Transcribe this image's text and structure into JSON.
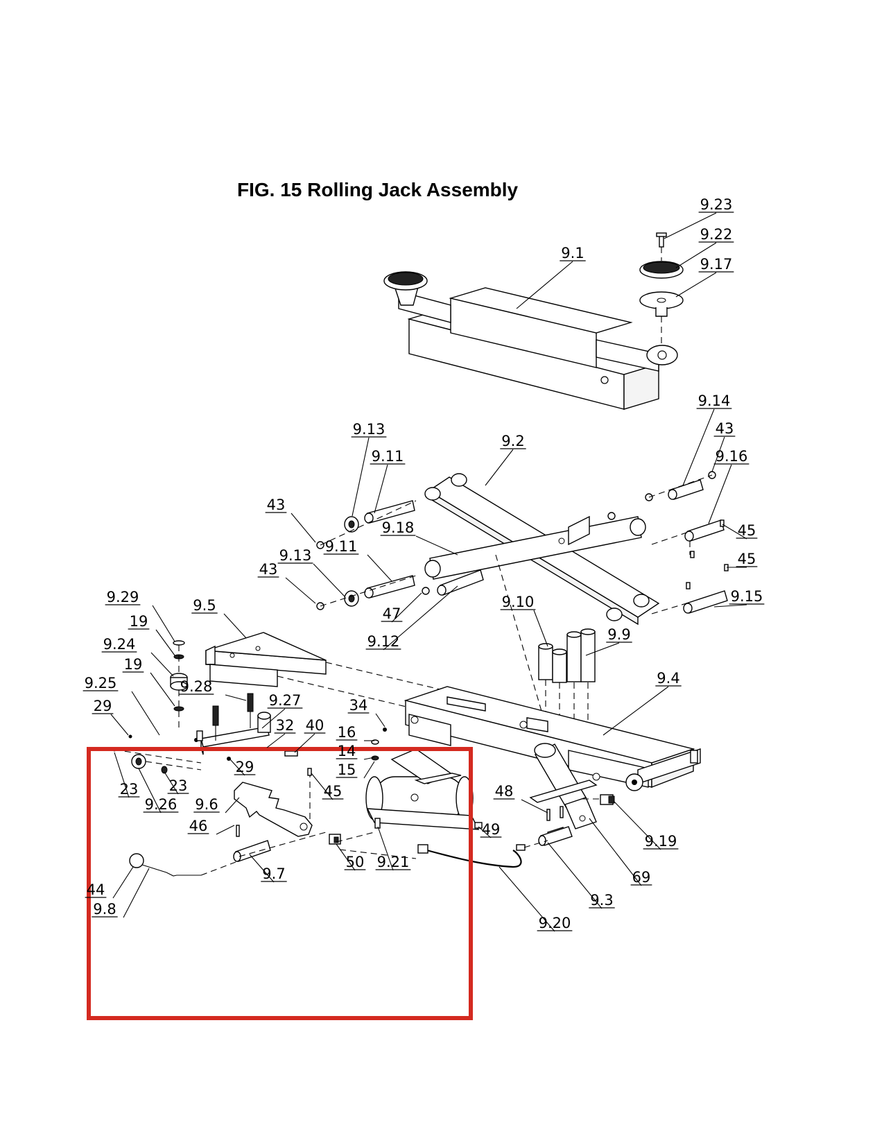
{
  "title": "FIG. 15  Rolling Jack Assembly",
  "highlight_color": "#d42a20",
  "callouts": [
    {
      "id": "c-9-23",
      "text": "9.23"
    },
    {
      "id": "c-9-22",
      "text": "9.22"
    },
    {
      "id": "c-9-17",
      "text": "9.17"
    },
    {
      "id": "c-9-1",
      "text": "9.1"
    },
    {
      "id": "c-9-14",
      "text": "9.14"
    },
    {
      "id": "c-43a",
      "text": "43"
    },
    {
      "id": "c-9-16",
      "text": "9.16"
    },
    {
      "id": "c-9-13a",
      "text": "9.13"
    },
    {
      "id": "c-9-2",
      "text": "9.2"
    },
    {
      "id": "c-9-11a",
      "text": "9.11"
    },
    {
      "id": "c-43b",
      "text": "43"
    },
    {
      "id": "c-9-18",
      "text": "9.18"
    },
    {
      "id": "c-45a",
      "text": "45"
    },
    {
      "id": "c-9-13b",
      "text": "9.13"
    },
    {
      "id": "c-9-11b",
      "text": "9.11"
    },
    {
      "id": "c-45b",
      "text": "45"
    },
    {
      "id": "c-43c",
      "text": "43"
    },
    {
      "id": "c-9-15",
      "text": "9.15"
    },
    {
      "id": "c-9-29",
      "text": "9.29"
    },
    {
      "id": "c-9-5",
      "text": "9.5"
    },
    {
      "id": "c-9-10",
      "text": "9.10"
    },
    {
      "id": "c-47",
      "text": "47"
    },
    {
      "id": "c-19a",
      "text": "19"
    },
    {
      "id": "c-9-9",
      "text": "9.9"
    },
    {
      "id": "c-9-24",
      "text": "9.24"
    },
    {
      "id": "c-9-12",
      "text": "9.12"
    },
    {
      "id": "c-19b",
      "text": "19"
    },
    {
      "id": "c-9-4",
      "text": "9.4"
    },
    {
      "id": "c-9-25",
      "text": "9.25"
    },
    {
      "id": "c-9-28",
      "text": "9.28"
    },
    {
      "id": "c-9-27",
      "text": "9.27"
    },
    {
      "id": "c-29a",
      "text": "29"
    },
    {
      "id": "c-34",
      "text": "34"
    },
    {
      "id": "c-32",
      "text": "32"
    },
    {
      "id": "c-40",
      "text": "40"
    },
    {
      "id": "c-16",
      "text": "16"
    },
    {
      "id": "c-14",
      "text": "14"
    },
    {
      "id": "c-29b",
      "text": "29"
    },
    {
      "id": "c-15",
      "text": "15"
    },
    {
      "id": "c-23a",
      "text": "23"
    },
    {
      "id": "c-23b",
      "text": "23"
    },
    {
      "id": "c-9-26",
      "text": "9.26"
    },
    {
      "id": "c-9-6",
      "text": "9.6"
    },
    {
      "id": "c-45c",
      "text": "45"
    },
    {
      "id": "c-48",
      "text": "48"
    },
    {
      "id": "c-46",
      "text": "46"
    },
    {
      "id": "c-49",
      "text": "49"
    },
    {
      "id": "c-9-19",
      "text": "9.19"
    },
    {
      "id": "c-50",
      "text": "50"
    },
    {
      "id": "c-9-21",
      "text": "9.21"
    },
    {
      "id": "c-9-7",
      "text": "9.7"
    },
    {
      "id": "c-69",
      "text": "69"
    },
    {
      "id": "c-44",
      "text": "44"
    },
    {
      "id": "c-9-3",
      "text": "9.3"
    },
    {
      "id": "c-9-8",
      "text": "9.8"
    },
    {
      "id": "c-9-20",
      "text": "9.20"
    }
  ]
}
